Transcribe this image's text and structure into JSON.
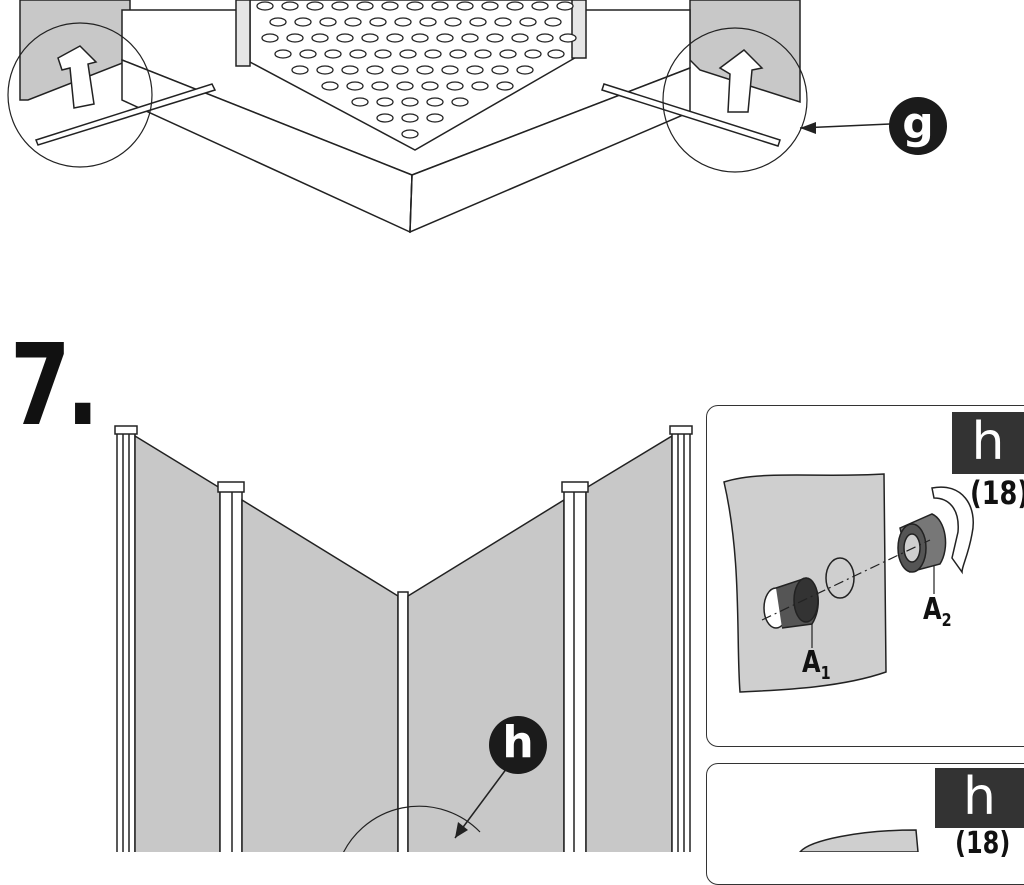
{
  "step": {
    "number": "7."
  },
  "callouts": {
    "g": "g",
    "h": "h"
  },
  "detail_1": {
    "tag": "h",
    "qty": "(18)",
    "part_a1": "A",
    "part_a1_sub": "1",
    "part_a2": "A",
    "part_a2_sub": "2"
  },
  "detail_2": {
    "tag": "h",
    "qty": "(18)"
  },
  "colors": {
    "ink": "#1b1b1b",
    "glass": "#c8c8c8",
    "panel_fill": "#cfcfcf",
    "tag_fill": "#333333"
  }
}
